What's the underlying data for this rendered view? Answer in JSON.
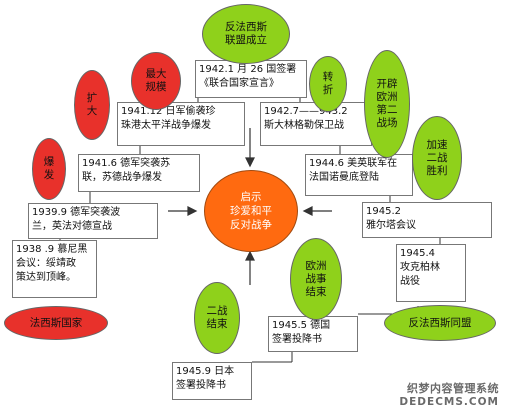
{
  "center": "启示\n珍爱和平\n反对战争",
  "events": {
    "e1938": "1938 .9 慕尼黑\n会议：绥靖政\n策达到顶峰。",
    "e1939": "1939.9 德军突袭波\n兰，英法对德宣战",
    "e1941_6": "1941.6 德军突袭苏\n联，苏德战争爆发",
    "e1941_12": "1941.12 日军偷袭珍\n珠港太平洋战争爆发",
    "e1942_1": "1942.1 月 26 国签署\n《联合国家宣言》",
    "e1942_7": "1942.7——943.2\n斯大林格勒保卫战",
    "e1944_6": "1944.6 美英联军在\n法国诺曼底登陆",
    "e1945_2": "1945.2\n雅尔塔会议",
    "e1945_4": "1945.4\n攻克柏林\n战役",
    "e1945_5": "1945.5 德国\n签署投降书",
    "e1945_9": "1945.9 日本\n签署投降书"
  },
  "tags": {
    "fascist_bloc": "法西斯国家",
    "outbreak": "爆\n发",
    "expand": "扩\n大",
    "largest": "最大\n规模",
    "alliance_formed": "反法西斯\n联盟成立",
    "turning": "转\n折",
    "second_front": "开辟\n欧洲\n第二\n战场",
    "accelerate": "加速\n二战\n胜利",
    "europe_end": "欧洲\n战事\n结束",
    "war_end": "二战\n结束",
    "anti_fascist": "反法西斯同盟"
  },
  "watermark": {
    "cn": "织梦内容管理系统",
    "en": "DEDECMS.COM"
  },
  "colors": {
    "green": "#8fd11b",
    "red": "#e8312b",
    "orange": "#ff6a10"
  }
}
